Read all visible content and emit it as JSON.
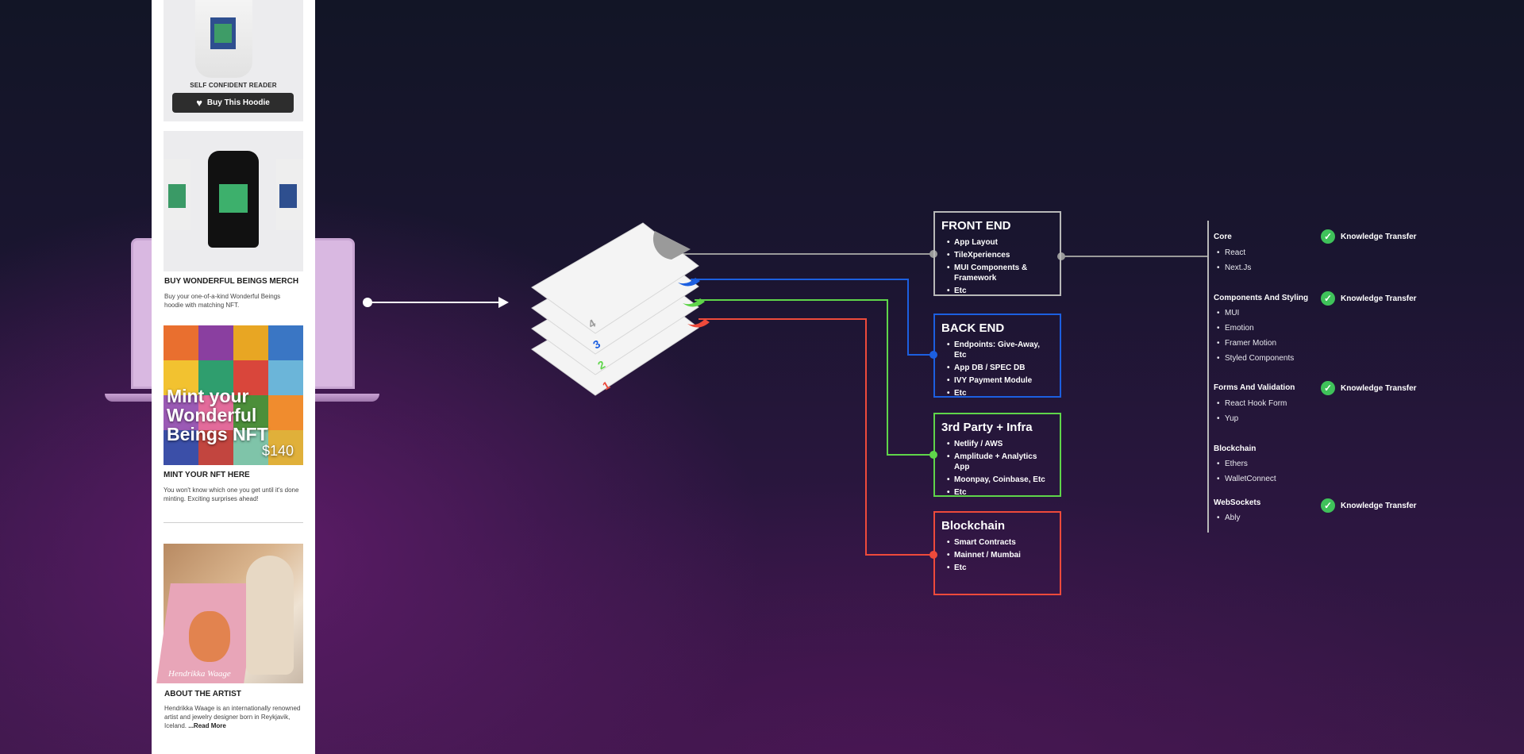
{
  "phone": {
    "reader_label": "SELF CONFIDENT READER",
    "buy_button": "Buy This Hoodie",
    "merch_title": "BUY WONDERFUL BEINGS MERCH",
    "merch_text": "Buy your one-of-a-kind Wonderful Beings hoodie with matching NFT.",
    "mint_headline": "Mint your Wonderful Beings NFT",
    "mint_price": "$140",
    "mint_title": "MINT YOUR NFT HERE",
    "mint_text": "You won't know which one you get until it's done minting. Exciting surprises ahead!",
    "artist_signature": "Hendrikka Waage",
    "artist_title": "ABOUT THE ARTIST",
    "artist_text": "Hendrikka Waage is an internationally renowned artist and jewelry designer born in Reykjavik, Iceland.",
    "read_more": "...Read More"
  },
  "layers": {
    "numbers": [
      "4",
      "3",
      "2",
      "1"
    ],
    "colors": [
      "#9a9a9a",
      "#1c5fe0",
      "#5fd54a",
      "#ee4a3b"
    ]
  },
  "boxes": [
    {
      "title": "FRONT END",
      "color": "#b8b8b8",
      "items": [
        "App Layout",
        "TileXperiences",
        "MUI Components & Framework",
        "Etc"
      ]
    },
    {
      "title": "BACK END",
      "color": "#1c5fe0",
      "items": [
        "Endpoints: Give-Away, Etc",
        "App DB / SPEC DB",
        "IVY Payment Module",
        "Etc"
      ]
    },
    {
      "title": "3rd Party + Infra",
      "color": "#5fd54a",
      "items": [
        "Netlify / AWS",
        "Amplitude + Analytics App",
        "Moonpay, Coinbase, Etc",
        "Etc"
      ]
    },
    {
      "title": "Blockchain",
      "color": "#ee4a3b",
      "items": [
        "Smart Contracts",
        "Mainnet / Mumbai",
        "Etc"
      ]
    }
  ],
  "stack": [
    {
      "name": "Core",
      "items": [
        "React",
        "Next.Js"
      ],
      "knowledge_transfer": true
    },
    {
      "name": "Components And Styling",
      "items": [
        "MUI",
        "Emotion",
        "Framer Motion",
        "Styled Components"
      ],
      "knowledge_transfer": true
    },
    {
      "name": "Forms And Validation",
      "items": [
        "React Hook Form",
        "Yup"
      ],
      "knowledge_transfer": true
    },
    {
      "name": "Blockchain",
      "items": [
        "Ethers",
        "WalletConnect"
      ],
      "knowledge_transfer": false
    },
    {
      "name": "WebSockets",
      "items": [
        "Ably"
      ],
      "knowledge_transfer": true
    }
  ],
  "knowledge_transfer_label": "Knowledge Transfer"
}
